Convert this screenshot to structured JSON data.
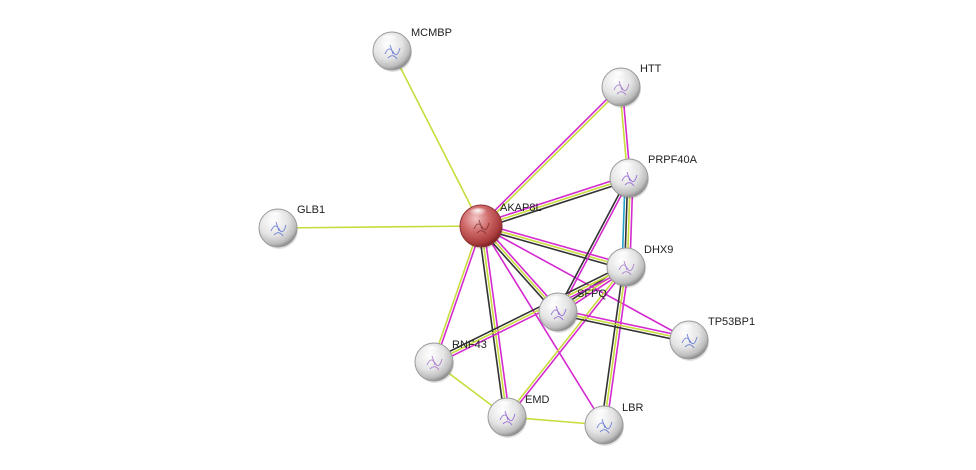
{
  "network": {
    "nodes": [
      {
        "id": "AKAP8L",
        "label": "AKAP8L",
        "highlight": true
      },
      {
        "id": "MCMBP",
        "label": "MCMBP"
      },
      {
        "id": "HTT",
        "label": "HTT"
      },
      {
        "id": "PRPF40A",
        "label": "PRPF40A"
      },
      {
        "id": "GLB1",
        "label": "GLB1"
      },
      {
        "id": "DHX9",
        "label": "DHX9"
      },
      {
        "id": "SFPQ",
        "label": "SFPQ"
      },
      {
        "id": "TP53BP1",
        "label": "TP53BP1"
      },
      {
        "id": "RNF43",
        "label": "RNF43"
      },
      {
        "id": "EMD",
        "label": "EMD"
      },
      {
        "id": "LBR",
        "label": "LBR"
      }
    ],
    "edges": [
      {
        "source": "AKAP8L",
        "target": "MCMBP",
        "evidence": [
          "textmining"
        ]
      },
      {
        "source": "AKAP8L",
        "target": "GLB1",
        "evidence": [
          "textmining"
        ]
      },
      {
        "source": "AKAP8L",
        "target": "HTT",
        "evidence": [
          "experiments",
          "textmining"
        ]
      },
      {
        "source": "AKAP8L",
        "target": "PRPF40A",
        "evidence": [
          "experiments",
          "textmining",
          "coexpression"
        ]
      },
      {
        "source": "AKAP8L",
        "target": "DHX9",
        "evidence": [
          "experiments",
          "textmining",
          "coexpression"
        ]
      },
      {
        "source": "AKAP8L",
        "target": "SFPQ",
        "evidence": [
          "experiments",
          "textmining",
          "coexpression"
        ]
      },
      {
        "source": "AKAP8L",
        "target": "TP53BP1",
        "evidence": [
          "experiments"
        ]
      },
      {
        "source": "AKAP8L",
        "target": "RNF43",
        "evidence": [
          "experiments",
          "textmining"
        ]
      },
      {
        "source": "AKAP8L",
        "target": "EMD",
        "evidence": [
          "experiments",
          "textmining",
          "coexpression"
        ]
      },
      {
        "source": "AKAP8L",
        "target": "LBR",
        "evidence": [
          "experiments"
        ]
      },
      {
        "source": "HTT",
        "target": "PRPF40A",
        "evidence": [
          "experiments",
          "textmining"
        ]
      },
      {
        "source": "PRPF40A",
        "target": "DHX9",
        "evidence": [
          "experiments",
          "textmining",
          "coexpression",
          "databases"
        ]
      },
      {
        "source": "PRPF40A",
        "target": "SFPQ",
        "evidence": [
          "experiments",
          "coexpression"
        ]
      },
      {
        "source": "DHX9",
        "target": "SFPQ",
        "evidence": [
          "experiments",
          "textmining",
          "coexpression"
        ]
      },
      {
        "source": "DHX9",
        "target": "RNF43",
        "evidence": [
          "experiments",
          "textmining",
          "coexpression"
        ]
      },
      {
        "source": "DHX9",
        "target": "EMD",
        "evidence": [
          "experiments",
          "textmining"
        ]
      },
      {
        "source": "DHX9",
        "target": "LBR",
        "evidence": [
          "experiments",
          "textmining",
          "coexpression"
        ]
      },
      {
        "source": "SFPQ",
        "target": "TP53BP1",
        "evidence": [
          "experiments",
          "textmining",
          "coexpression"
        ]
      },
      {
        "source": "RNF43",
        "target": "EMD",
        "evidence": [
          "textmining"
        ]
      },
      {
        "source": "EMD",
        "target": "LBR",
        "evidence": [
          "textmining"
        ]
      }
    ],
    "evidence_colors": {
      "textmining": "#c8dc3c",
      "experiments": "#d42ad0",
      "coexpression": "#333333",
      "databases": "#22a0c8"
    },
    "node_fill": "#e6e6e6",
    "highlight_fill": "#c04848"
  }
}
